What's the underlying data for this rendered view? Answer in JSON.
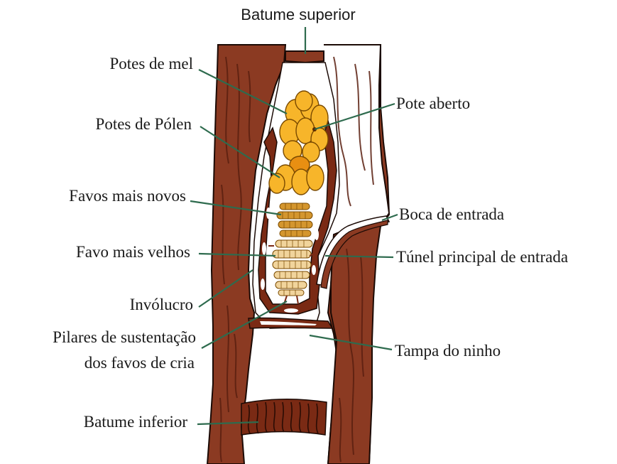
{
  "labels": {
    "top": "Batume superior",
    "honey_pots": "Potes de mel",
    "pollen_pots": "Potes de Pólen",
    "newer_combs": "Favos mais novos",
    "older_combs": "Favo mais velhos",
    "involucrum": "Invólucro",
    "pillars_line1": "Pilares de sustentação",
    "pillars_line2": "dos favos de cria",
    "bottom": "Batume inferior",
    "open_pot": "Pote aberto",
    "entrance": "Boca de entrada",
    "tunnel": "Túnel principal de entrada",
    "nest_cover": "Tampa do ninho"
  },
  "colors": {
    "wood": "#8b3a22",
    "wood_grain": "#5a1f10",
    "pot_yellow": "#f7b52a",
    "pot_orange": "#e88f12",
    "new_comb": "#d4962e",
    "old_comb": "#f1d49c",
    "leader": "#2e6b4e"
  }
}
